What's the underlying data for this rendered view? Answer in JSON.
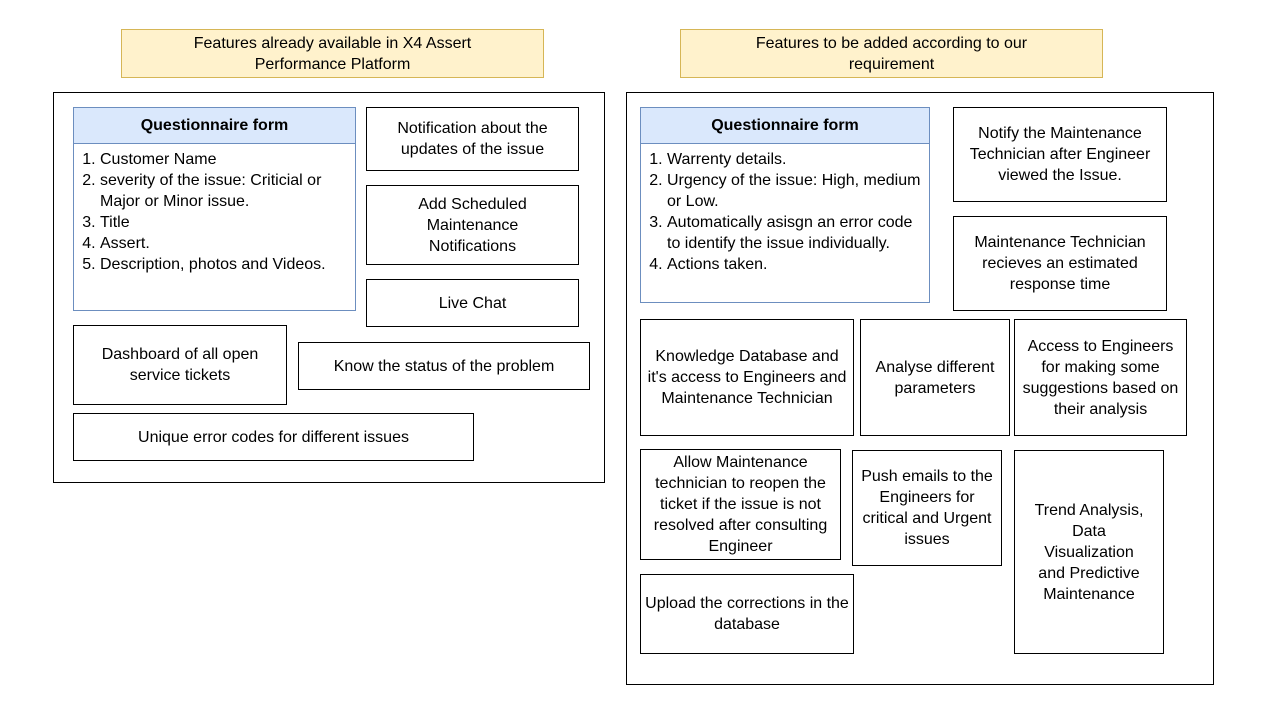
{
  "left": {
    "header": "Features already available in X4 Assert Performance Platform",
    "form": {
      "title": "Questionnaire form",
      "items": [
        "Customer Name",
        "severity of the issue: Criticial or Major or Minor issue.",
        "Title",
        "Assert.",
        "Description, photos and Videos."
      ]
    },
    "boxes": {
      "notification": "Notification about the updates of the issue",
      "scheduled": "Add Scheduled Maintenance Notifications",
      "live_chat": "Live Chat",
      "dashboard": "Dashboard of all open service tickets",
      "status": "Know the status of the problem",
      "error_codes": "Unique error codes for different issues"
    }
  },
  "right": {
    "header": "Features to be added according to our requirement",
    "form": {
      "title": "Questionnaire form",
      "items": [
        "Warrenty details.",
        "Urgency of the issue: High, medium or Low.",
        "Automatically asisgn an error code to identify the issue individually.",
        "Actions taken."
      ]
    },
    "boxes": {
      "notify": "Notify the Maintenance Technician after Engineer viewed the Issue.",
      "response_time": "Maintenance Technician recieves an estimated response time",
      "knowledge": "Knowledge Database and it's access to Engineers and Maintenance Technician",
      "analyse": "Analyse different parameters",
      "access_engineers": "Access to Engineers for making some suggestions based on their analysis",
      "reopen": "Allow Maintenance technician to reopen the ticket if the issue is not resolved after consulting Engineer",
      "push_emails": "Push emails to the Engineers for critical and Urgent issues",
      "trend": "Trend Analysis, Data Visualization and Predictive Maintenance",
      "upload": "Upload the corrections in the database"
    }
  }
}
